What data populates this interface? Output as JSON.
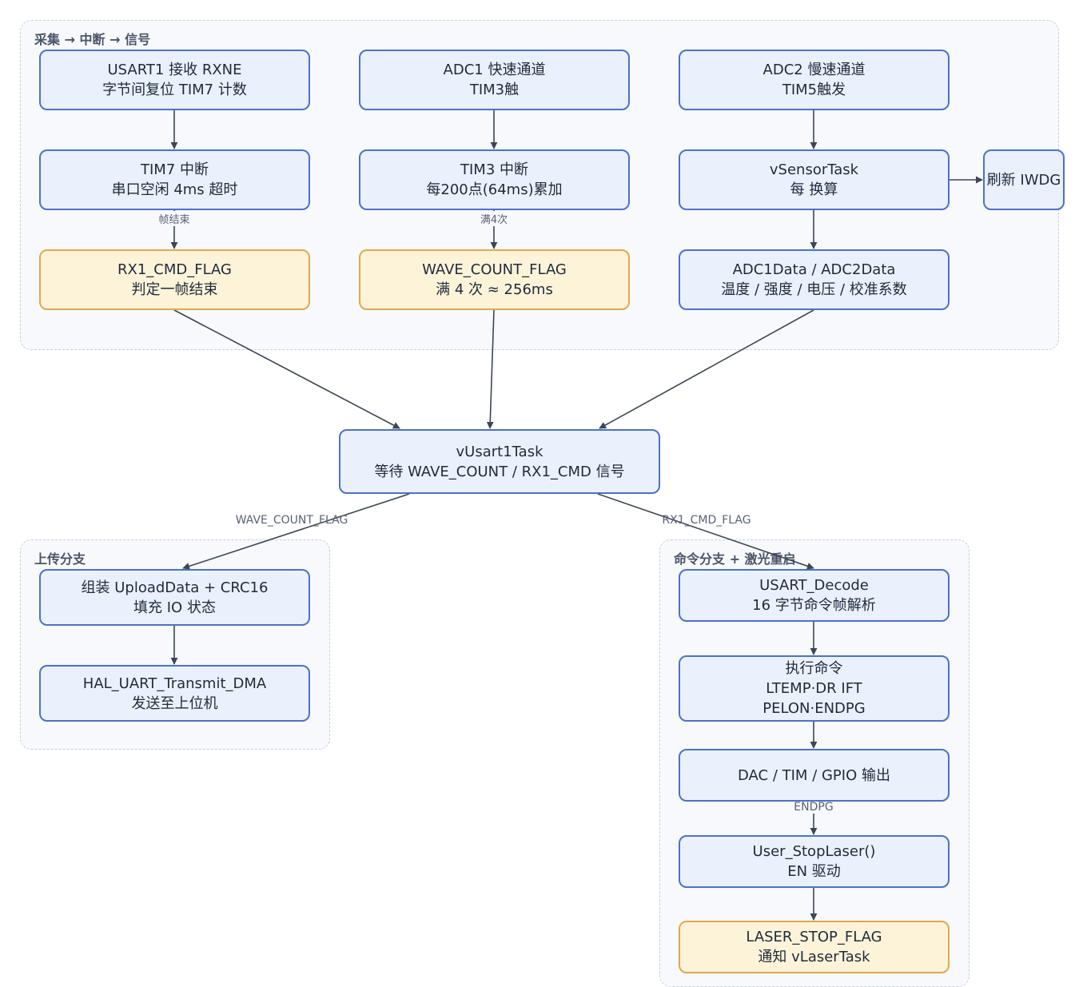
{
  "clusters": {
    "acquisition": {
      "title": "采集 → 中断 → 信号"
    },
    "upload": {
      "title": "上传分支"
    },
    "command": {
      "title": "命令分支 + 激光重启"
    }
  },
  "nodes": {
    "usart1_rx": {
      "line1": "USART1 接收 RXNE",
      "line2": "字节间复位 TIM7 计数"
    },
    "tim7_irq": {
      "line1": "TIM7 中断",
      "line2": "串口空闲 4ms 超时"
    },
    "rx1_cmd_flag": {
      "line1": "RX1_CMD_FLAG",
      "line2": "判定一帧结束"
    },
    "adc1_fast": {
      "line1": "ADC1 快速通道",
      "line2": "TIM3触"
    },
    "tim3_irq": {
      "line1": "TIM3 中断",
      "line2": "每200点(64ms)累加"
    },
    "wave_count_flag": {
      "line1": "WAVE_COUNT_FLAG",
      "line2": "满 4 次 ≈ 256ms"
    },
    "adc2_slow": {
      "line1": "ADC2 慢速通道",
      "line2": "TIM5触发"
    },
    "vsensor_task": {
      "line1": "vSensorTask",
      "line2": "每 换算"
    },
    "refresh_iwdg": {
      "line1": "刷新 IWDG"
    },
    "adc_data": {
      "line1": "ADC1Data / ADC2Data",
      "line2": "温度 / 强度 / 电压 / 校准系数"
    },
    "vusart1_task": {
      "line1": "vUsart1Task",
      "line2": "等待 WAVE_COUNT / RX1_CMD 信号"
    },
    "upload_data": {
      "line1": "组装 UploadData + CRC16",
      "line2": "填充 IO 状态"
    },
    "hal_transmit": {
      "line1": "HAL_UART_Transmit_DMA",
      "line2": "发送至上位机"
    },
    "usart_decode": {
      "line1": "USART_Decode",
      "line2": "16 字节命令帧解析"
    },
    "exec_cmd": {
      "line1": "执行命令",
      "line2": "LTEMP·DR IFT",
      "line3": "PELON·ENDPG"
    },
    "dac_output": {
      "line1": "DAC / TIM / GPIO 输出"
    },
    "user_stop_laser": {
      "line1": "User_StopLaser()",
      "line2": "EN 驱动"
    },
    "laser_stop_flag": {
      "line1": "LASER_STOP_FLAG",
      "line2": "通知 vLaserTask"
    }
  },
  "edge_labels": {
    "frame_end": "帧结束",
    "full_4": "满4次",
    "wave_count_flag": "WAVE_COUNT_FLAG",
    "rx1_cmd_flag": "RX1_CMD_FLAG",
    "endpg": "ENDPG"
  },
  "colors": {
    "node_fill": "#eaf1fc",
    "node_border": "#4a72c8",
    "flag_fill": "#fdf3d8",
    "flag_border": "#e0a94a",
    "edge": "#3b4656",
    "cluster_fill": "#f7f9fc",
    "cluster_border": "#c9ced8"
  }
}
